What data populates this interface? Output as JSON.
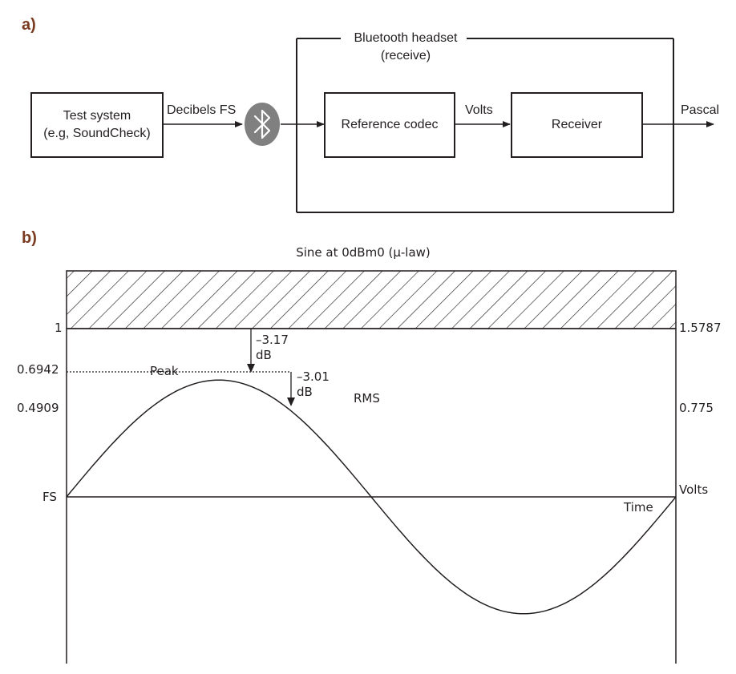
{
  "panel_a": {
    "label": "a)",
    "test_system_line1": "Test system",
    "test_system_line2": "(e.g, SoundCheck)",
    "decibels_fs": "Decibels FS",
    "bluetooth_icon": "bluetooth-icon",
    "headset_title_line1": "Bluetooth headset",
    "headset_title_line2": "(receive)",
    "reference_codec": "Reference codec",
    "volts": "Volts",
    "receiver": "Receiver",
    "pascal": "Pascal"
  },
  "panel_b": {
    "label": "b)",
    "title": "Sine at 0dBm0 (μ-law)",
    "left_axis": {
      "top": "1",
      "peak": "0.6942",
      "rms": "0.4909",
      "bottom": "FS"
    },
    "right_axis": {
      "top": "1.5787",
      "rms": "0.775",
      "bottom": "Volts"
    },
    "drop1_value": "–3.17",
    "drop1_unit": "dB",
    "drop2_value": "–3.01",
    "drop2_unit": "dB",
    "peak_label": "Peak",
    "rms_label": "RMS",
    "time_label": "Time"
  },
  "chart_data": {
    "type": "line",
    "title": "Sine at 0dBm0 (μ-law)",
    "xlabel": "Time",
    "ylabel_left": "FS",
    "ylabel_right": "Volts",
    "left_ticks": [
      1,
      0.6942,
      0.4909
    ],
    "right_ticks": [
      1.5787,
      0.775
    ],
    "series": [
      {
        "x": [
          0,
          0.25,
          0.5,
          0.75,
          1
        ],
        "values": [
          0,
          0.6942,
          0,
          -0.6942,
          0
        ]
      }
    ],
    "clipping_level": 1,
    "colors": {
      "ink": "#231f20",
      "icon_gray": "#808080",
      "panel_label": "#7a3b20"
    }
  }
}
